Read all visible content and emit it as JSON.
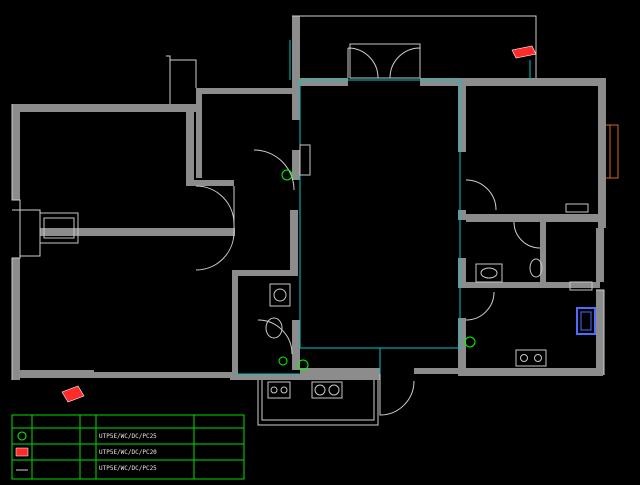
{
  "legend": {
    "headers": [
      "",
      "",
      "",
      "",
      ""
    ],
    "rows": [
      {
        "col2": "",
        "spec": "UTP5E/WC/DC/PC25",
        "note": ""
      },
      {
        "col2": "",
        "spec": "UTP5E/WC/DC/PC20",
        "note": ""
      },
      {
        "col2": "",
        "spec": "UTP5E/WC/DC/PC25",
        "note": ""
      }
    ]
  },
  "colors": {
    "wall": "#8c8c8c",
    "cyan": "#00c8c8",
    "legend_grid": "#00e000",
    "fixture": "#c8c8c8",
    "green_symbol": "#00ff00",
    "red_symbol": "#ff2a2a",
    "blue_fixture": "#4a6cff",
    "orange_frame": "#d2691e"
  },
  "icons": [
    "socket-green-icon",
    "socket-red-icon",
    "door-swing-icon",
    "toilet-icon",
    "sink-icon",
    "stove-icon",
    "bed-icon"
  ]
}
